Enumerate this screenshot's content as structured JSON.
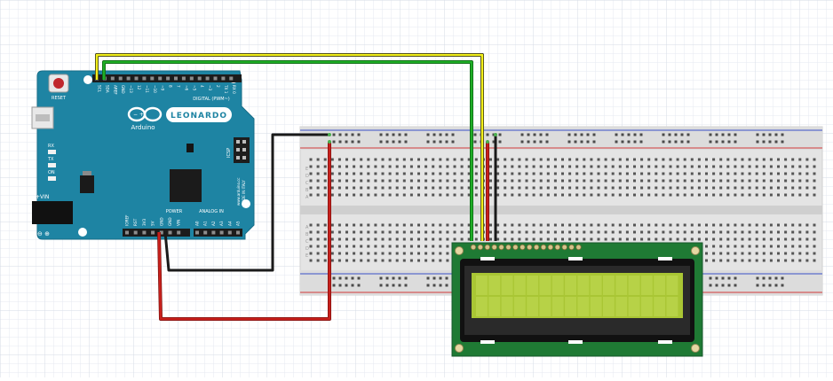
{
  "arduino": {
    "reset_label": "RESET",
    "model_label": "LEONARDO",
    "brand_label": "Arduino",
    "icsp_label": "ICSP",
    "vin_label": "+VIN",
    "led_labels": [
      "RX",
      "TX",
      "ON"
    ],
    "digital_label": "DIGITAL (PWM~)",
    "power_label": "POWER",
    "analog_label": "ANALOG IN",
    "made_label": "www.arduino.cc",
    "made_label2": "MADE IN ITALY",
    "top_pins": [
      "SCL",
      "SDA",
      "AREF",
      "GND",
      "~13",
      "12",
      "~11",
      "~10",
      "~9",
      "8",
      "7",
      "~6",
      "~5",
      "4",
      "~3",
      "2",
      "TX 1",
      "RX 0"
    ],
    "bottom_pins": [
      "IOREF",
      "RST",
      "3V3",
      "5V",
      "GND",
      "GND",
      "VIN",
      "A0",
      "A1",
      "A2",
      "A3",
      "A4",
      "A5"
    ]
  },
  "breadboard": {
    "letters": [
      "A",
      "B",
      "C",
      "D",
      "E"
    ]
  },
  "lcd": {
    "columns": 16,
    "rows": 2
  },
  "colors": {
    "grid": "#dfe3ec",
    "board": "#1e84a3",
    "wire_yellow": "#f2ef1a",
    "wire_green": "#1fae26",
    "wire_black": "#1a1a1a",
    "wire_red": "#c8201c",
    "lcd_pcb": "#1f7a34",
    "lcd_screen": "#a9c634"
  }
}
